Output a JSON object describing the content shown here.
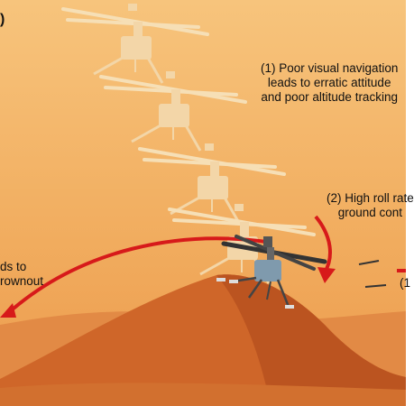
{
  "corner_label": ")",
  "annotations": {
    "a1": {
      "line1": "(1) Poor visual navigation",
      "line2": "leads to erratic attitude",
      "line3": "and poor altitude tracking"
    },
    "a2": {
      "line1": "(2) High roll rate",
      "line2": "ground cont"
    },
    "a3": {
      "line1": "ds to",
      "line2": "rownout"
    },
    "a4": "(1"
  },
  "colors": {
    "sky_top": "#f6c27a",
    "sky_bottom": "#eea153",
    "ground": "#d97a3a",
    "dune": "#cc5f24",
    "arrow": "#d71a1a",
    "ghost": "#f3d6a8",
    "helicopter_body": "#7f9aad"
  },
  "icons": [
    "ghost-helicopter-icon",
    "helicopter-icon",
    "curved-arrow-icon",
    "motion-line-icon"
  ]
}
